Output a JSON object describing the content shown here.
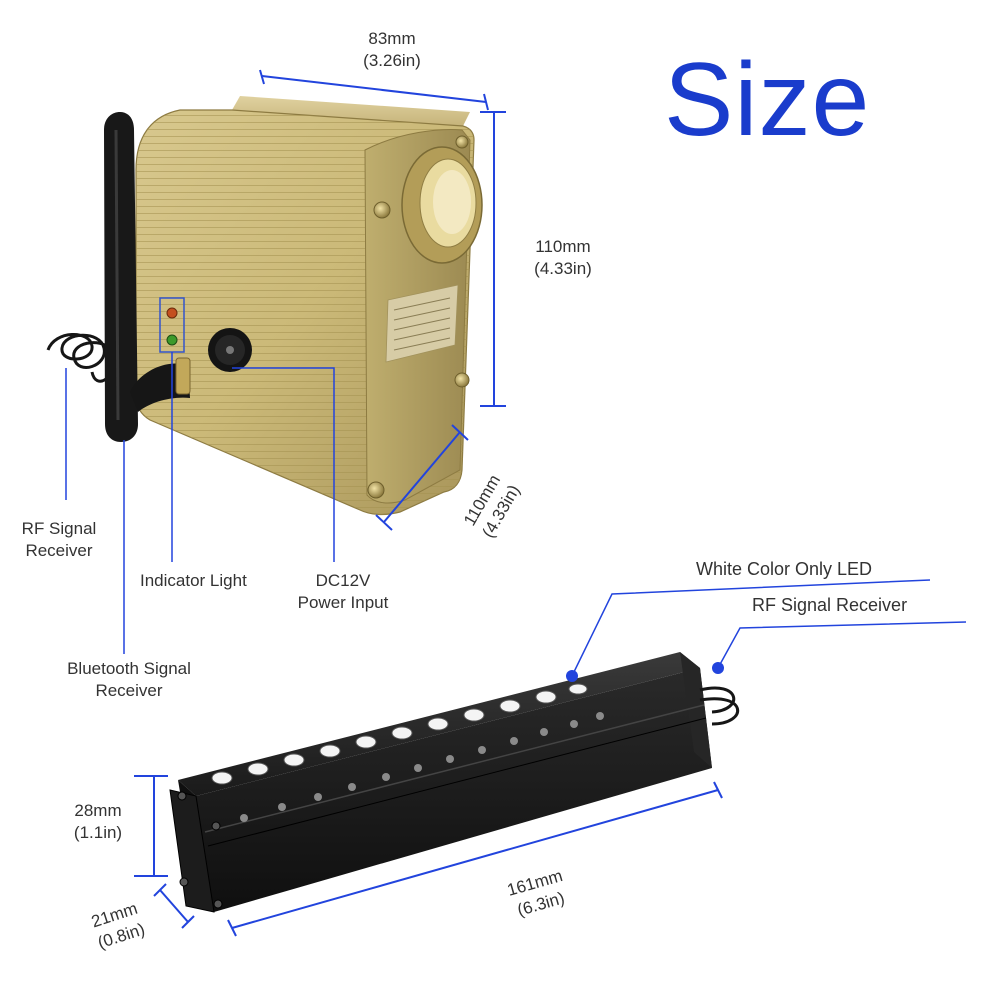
{
  "title": "Size",
  "colors": {
    "accent": "#1a3ccc",
    "dimension_line": "#2244dd",
    "gold_body": "#c9b77a",
    "black_body": "#1c1c1c"
  },
  "dimensions": {
    "box_width": {
      "mm": "83mm",
      "in": "(3.26in)"
    },
    "box_height": {
      "mm": "110mm",
      "in": "(4.33in)"
    },
    "box_depth": {
      "mm": "110mm",
      "in": "(4.33in)"
    },
    "bar_height": {
      "mm": "28mm",
      "in": "(1.1in)"
    },
    "bar_depth": {
      "mm": "21mm",
      "in": "(0.8in)"
    },
    "bar_length": {
      "mm": "161mm",
      "in": "(6.3in)"
    }
  },
  "callouts": {
    "rf_signal_receiver": [
      "RF Signal",
      "Receiver"
    ],
    "indicator_light": "Indicator Light",
    "dc12v_power_input": [
      "DC12V",
      "Power Input"
    ],
    "bluetooth_signal_receiver": [
      "Bluetooth Signal",
      "Receiver"
    ],
    "white_color_only_led": "White Color Only LED",
    "bar_rf_signal_receiver": "RF Signal Receiver"
  }
}
